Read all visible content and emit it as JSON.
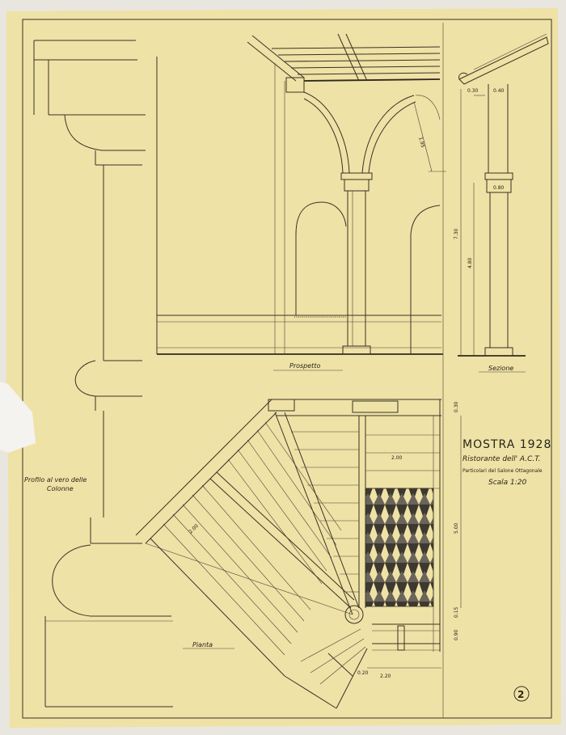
{
  "sheet": {
    "title": "MOSTRA 1928",
    "subtitle": "Ristorante dell' A.C.T.",
    "description": "Particolari del Salone Ottagonale",
    "scale": "Scala 1:20",
    "sheet_number": "2",
    "colors": {
      "paper": "#eee2a6",
      "ink": "#3a3226",
      "torn_edge": "#f4f3ef"
    }
  },
  "views": {
    "elevation_label": "Prospetto",
    "section_label": "Sezione",
    "plan_label": "Pianta",
    "profile_label_line1": "Profilo al vero delle",
    "profile_label_line2": "Colonne"
  },
  "dimensions": {
    "arch_rise": "1.95",
    "height_total": "7.30",
    "column_height": "4.80",
    "plan_width_a": "2.00",
    "plan_depth": "5.00",
    "plan_width_b": "2.00",
    "plan_width_c": "2.20",
    "small_a": "0.30",
    "small_b": "0.40",
    "small_c": "0.20",
    "small_d": "0.30",
    "small_e": "0.80",
    "small_f": "0.15",
    "small_g": "0.90"
  }
}
